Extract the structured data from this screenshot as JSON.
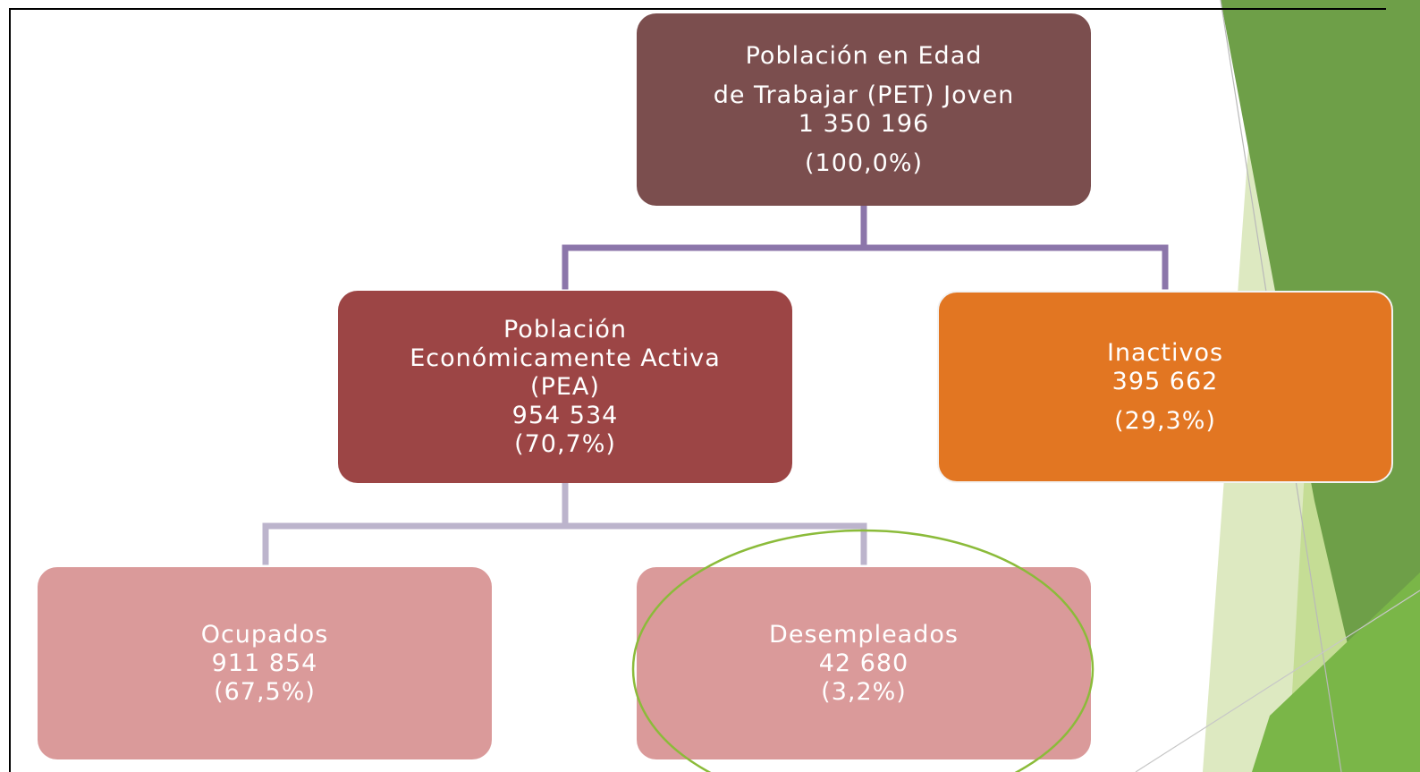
{
  "diagram": {
    "pet": {
      "line1": "Población en Edad",
      "line2": "de Trabajar  (PET)  Joven",
      "value": "1 350 196",
      "share": "(100,0%)"
    },
    "pea": {
      "line1": "Población",
      "line2": "Económicamente Activa",
      "line3": "(PEA)",
      "value": "954 534",
      "share": "(70,7%)"
    },
    "inactivos": {
      "label": "Inactivos",
      "value": "395 662",
      "share": "(29,3%)"
    },
    "ocupados": {
      "label": "Ocupados",
      "value": "911 854",
      "share": "(67,5%)"
    },
    "desempleados": {
      "label": "Desempleados",
      "value": "42 680",
      "share": "(3,2%)"
    }
  },
  "colors": {
    "pet": "#7b4e4e",
    "pea": "#9c4545",
    "inactivos": "#e27622",
    "ocupados": "#da9a9a",
    "desempleados": "#da9a9a",
    "connector": "#8c76aa",
    "highlight_ring": "#8bbb3a",
    "accent_green": "#6a9d3c"
  }
}
